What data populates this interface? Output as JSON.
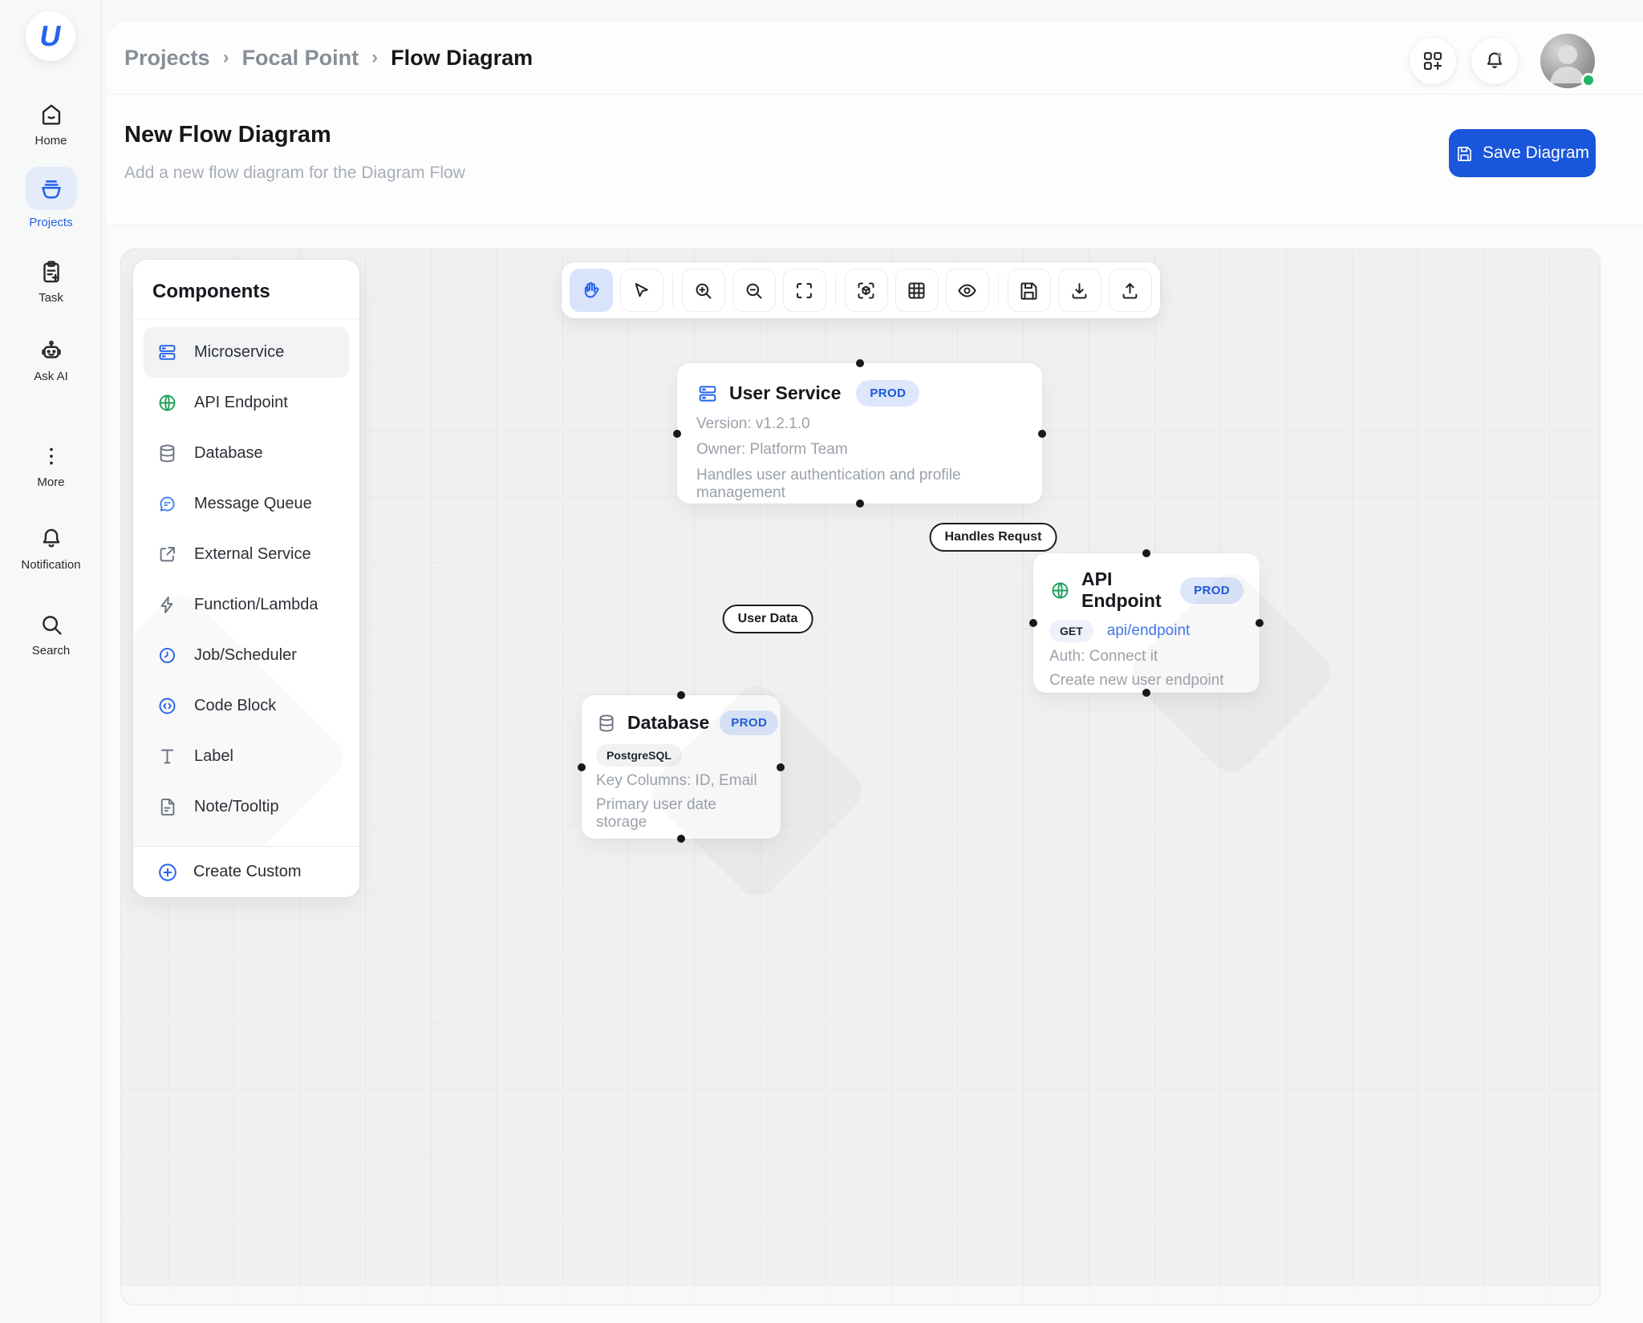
{
  "app": {
    "logo_letter": "U"
  },
  "sidebar": {
    "items": [
      {
        "label": "Home",
        "icon": "home-icon",
        "active": false
      },
      {
        "label": "Projects",
        "icon": "boat-icon",
        "active": true
      },
      {
        "label": "Task",
        "icon": "clipboard-plus-icon",
        "active": false
      },
      {
        "label": "Ask AI",
        "icon": "robot-icon",
        "active": false
      },
      {
        "label": "More",
        "icon": "kebab-icon",
        "active": false
      },
      {
        "label": "Notification",
        "icon": "bell-icon",
        "active": false
      },
      {
        "label": "Search",
        "icon": "search-icon",
        "active": false
      }
    ]
  },
  "breadcrumb": {
    "separator": "›",
    "items": [
      "Projects",
      "Focal Point",
      "Flow Diagram"
    ]
  },
  "header": {
    "title": "New Flow Diagram",
    "subtitle": "Add a new flow diagram for the Diagram Flow",
    "save_button": "Save Diagram"
  },
  "toolbar": {
    "active_tool": "pan-hand",
    "tools": [
      {
        "name": "pan-hand"
      },
      {
        "name": "select-cursor"
      },
      {
        "name": "zoom-in"
      },
      {
        "name": "zoom-out"
      },
      {
        "name": "fit-view"
      },
      {
        "name": "focus-3d"
      },
      {
        "name": "toggle-grid"
      },
      {
        "name": "preview-eye"
      },
      {
        "name": "save"
      },
      {
        "name": "download"
      },
      {
        "name": "upload"
      }
    ]
  },
  "components_panel": {
    "title": "Components",
    "items": [
      {
        "label": "Microservice",
        "icon": "microservice-icon",
        "active": true
      },
      {
        "label": "API Endpoint",
        "icon": "globe-icon",
        "active": false
      },
      {
        "label": "Database",
        "icon": "database-icon",
        "active": false
      },
      {
        "label": "Message Queue",
        "icon": "message-icon",
        "active": false
      },
      {
        "label": "External Service",
        "icon": "external-link-icon",
        "active": false
      },
      {
        "label": "Function/Lambda",
        "icon": "lightning-icon",
        "active": false
      },
      {
        "label": "Job/Scheduler",
        "icon": "clock-icon",
        "active": false
      },
      {
        "label": "Code Block",
        "icon": "code-circle-icon",
        "active": false
      },
      {
        "label": "Label",
        "icon": "text-icon",
        "active": false
      },
      {
        "label": "Note/Tooltip",
        "icon": "note-icon",
        "active": false
      }
    ],
    "footer": {
      "label": "Create Custom",
      "icon": "plus-circle-icon"
    }
  },
  "diagram": {
    "nodes": [
      {
        "title": "User Service",
        "badge": "PROD",
        "icon": "microservice-icon",
        "fields": [
          "Version: v1.2.1.0",
          "Owner: Platform Team",
          "Handles user authentication and profile management"
        ]
      },
      {
        "title": "API Endpoint",
        "badge": "PROD",
        "icon": "globe-icon",
        "method": "GET",
        "endpoint": "api/endpoint",
        "fields": [
          "Auth: Connect it",
          "Create new user endpoint"
        ]
      },
      {
        "title": "Database",
        "badge": "PROD",
        "icon": "database-icon",
        "tag": "PostgreSQL",
        "fields": [
          "Key Columns: ID, Email",
          "Primary user date storage"
        ]
      }
    ],
    "edges": [
      {
        "label": "Handles Requst",
        "from": "User Service",
        "to": "API Endpoint"
      },
      {
        "label": "User Data",
        "from": "User Service",
        "to": "Database"
      }
    ]
  },
  "colors": {
    "accent": "#2563eb",
    "save_button": "#1a56db",
    "badge_bg": "#dce7fb",
    "badge_text": "#1a56db",
    "link": "#4277e8",
    "edge": "#1f1f1f",
    "canvas_bg": "#f0f0ee",
    "status_online": "#22b566"
  }
}
